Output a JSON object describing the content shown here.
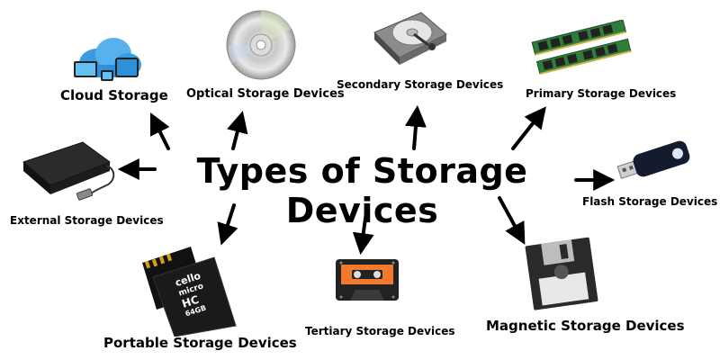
{
  "title": "Types of Storage Devices",
  "nodes": {
    "cloud": {
      "label": "Cloud Storage",
      "icon": "cloud-devices-icon"
    },
    "optical": {
      "label": "Optical Storage Devices",
      "icon": "optical-disc-icon"
    },
    "secondary": {
      "label": "Secondary Storage Devices",
      "icon": "hard-drive-icon"
    },
    "primary": {
      "label": "Primary Storage Devices",
      "icon": "ram-modules-icon"
    },
    "external": {
      "label": "External Storage Devices",
      "icon": "external-drive-icon"
    },
    "flash": {
      "label": "Flash Storage Devices",
      "icon": "usb-flash-drive-icon"
    },
    "portable": {
      "label": "Portable Storage Devices",
      "icon": "memory-card-icon",
      "card_brand": "cello",
      "card_text": "micro",
      "card_type": "HC",
      "card_capacity": "64GB"
    },
    "tertiary": {
      "label": "Tertiary Storage Devices",
      "icon": "cassette-tape-icon"
    },
    "magnetic": {
      "label": "Magnetic Storage Devices",
      "icon": "floppy-disk-icon"
    }
  },
  "colors": {
    "text": "#000000",
    "arrow": "#000000",
    "cassette": "#f07a2a",
    "cloud": "#2f8fd8"
  }
}
